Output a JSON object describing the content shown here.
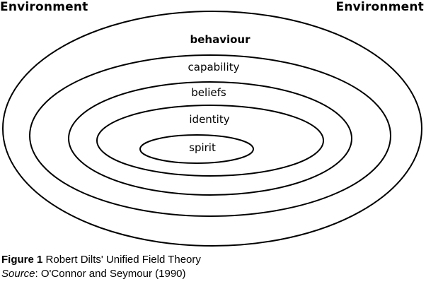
{
  "corners": {
    "left": "Environment",
    "right": "Environment"
  },
  "levels": [
    {
      "label": "behaviour",
      "bold": true
    },
    {
      "label": "capability",
      "bold": false
    },
    {
      "label": "beliefs",
      "bold": false
    },
    {
      "label": "identity",
      "bold": false
    },
    {
      "label": "spirit",
      "bold": false
    }
  ],
  "caption": {
    "figure_label": "Figure 1",
    "figure_title": "Robert Dilts' Unified Field Theory",
    "source_label": "Source",
    "source_text": ": O'Connor and Seymour (1990)"
  }
}
